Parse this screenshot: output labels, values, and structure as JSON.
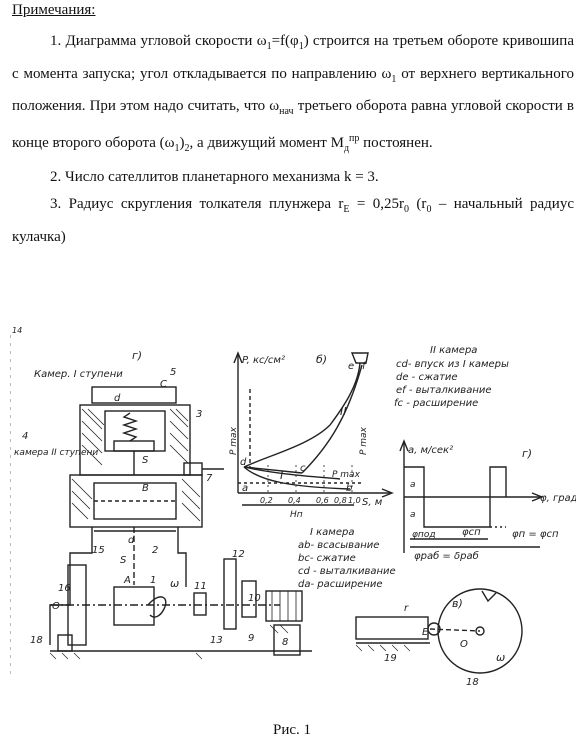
{
  "notes": {
    "title": "Примечания:",
    "p1": {
      "t1": "1. Диаграмма угловой скорости ω",
      "s1": "1",
      "t2": "=f(φ",
      "s2": "1",
      "t3": ") строится на третьем обороте кривошипа с момента запуска; угол откладывается по направлению ω",
      "s3": "1",
      "t4": " от верхнего вертикального положения. При этом надо считать, что ω",
      "s4": "нач",
      "t5": " третьего оборота равна угловой скорости в конце второго оборота (ω",
      "s5": "1",
      "t6": ")",
      "s6": "2",
      "t7": ", а движущий момент M",
      "s7": "д",
      "sup7": "пр",
      "t8": " постоянен."
    },
    "p2": "2. Число сателлитов планетарного механизма k = 3.",
    "p3": {
      "t1": "3. Радиус скругления толкателя плунжера r",
      "s1": "E",
      "t2": " = 0,25r",
      "s2": "0",
      "t3": " (r",
      "s3": "0",
      "t4": " – начальный радиус кулачка)"
    }
  },
  "figure": {
    "mech": {
      "label_g": "г)",
      "chamber1": "Камер. I ступени",
      "chamber2": "камера II ступени",
      "d1": "d",
      "d2": "d",
      "s3": "S",
      "s2": "S",
      "omega": "ω",
      "n1": "1",
      "n2": "2",
      "n3": "3",
      "n4": "4",
      "n5": "5",
      "n7": "7",
      "n8": "8",
      "n9": "9",
      "n10": "10",
      "n11": "11",
      "n12": "12",
      "n13": "13",
      "n15": "15",
      "n16": "16",
      "n18": "18",
      "A": "A",
      "B": "В",
      "C": "С",
      "Ol": "O",
      "side_note": "14"
    },
    "pv": {
      "label_b": "б)",
      "y_label": "P, кс/см²",
      "pmin": "P max",
      "p2max": "P max",
      "p1max": "P max",
      "a": "a",
      "b": "b",
      "c": "c",
      "d": "d",
      "e": "e",
      "f": "f",
      "roman2": "II",
      "roman1": "I",
      "ticks": [
        "0,2",
        "0,4",
        "0,6",
        "0,8",
        "1,0"
      ],
      "x_label": "S, м",
      "hn": "Hп",
      "legend2": [
        "II камера",
        "cd- впуск из I камеры",
        "de - сжатие",
        "ef - выталкивание",
        "fc - расширение"
      ],
      "legend1": [
        "I камера",
        "ab- всасывание",
        "bc- сжатие",
        "cd - выталкивание",
        "da- расширение"
      ]
    },
    "cam": {
      "label_g2": "г)",
      "y_label": "a, м/сек²",
      "a1": "a",
      "a2": "a",
      "x_label": "φ, град",
      "phi_sp": "φсп",
      "phi_pod": "φпод",
      "phi_rab": "φраб = δраб",
      "phi_p": "φп = φсп",
      "label_v": "в)",
      "zE": "r",
      "E": "E",
      "O2": "O",
      "omega_k": "ω",
      "n18": "18",
      "n19": "19"
    },
    "caption": "Рис. 1"
  }
}
